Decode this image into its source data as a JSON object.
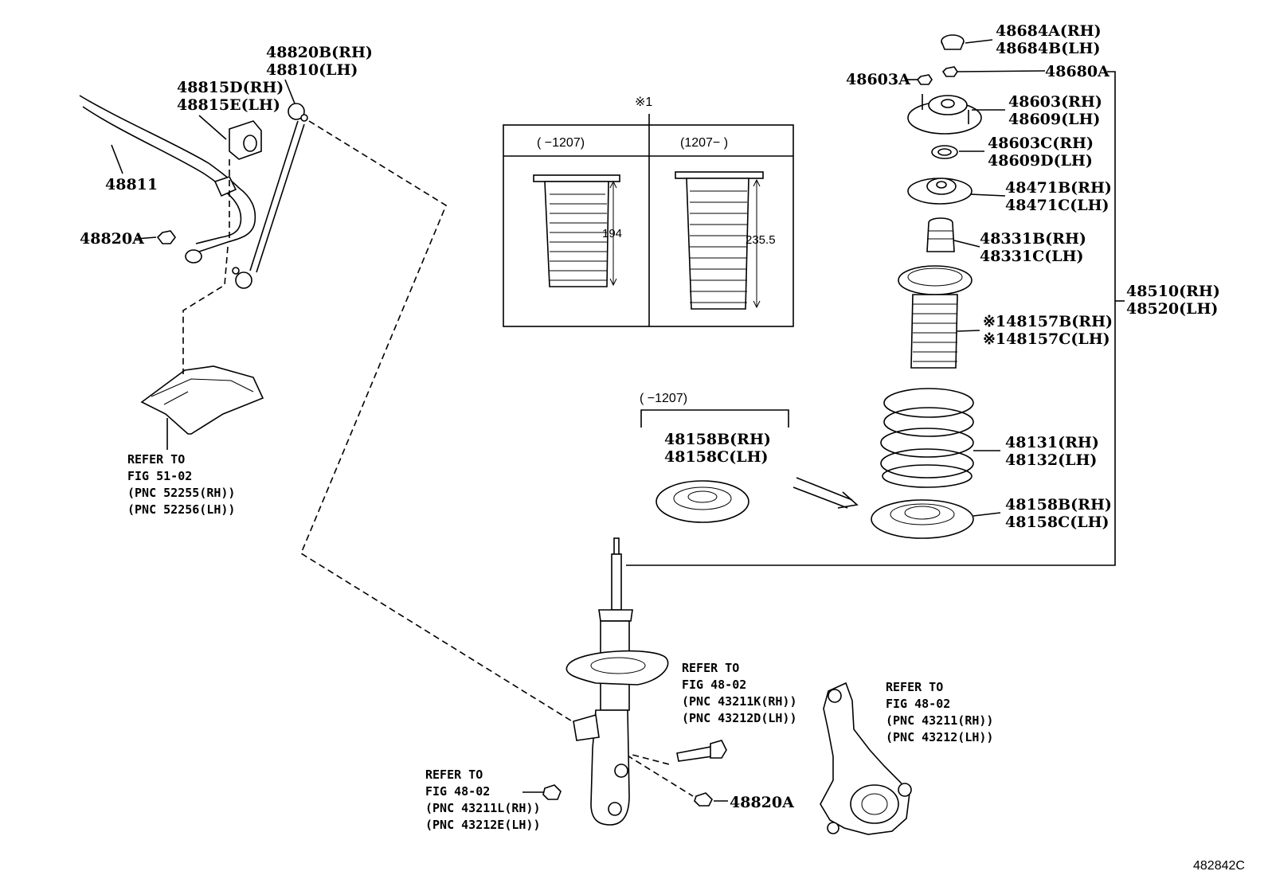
{
  "labels": {
    "p48820b": "48820B(RH)",
    "p48810": "48810(LH)",
    "p48815d": "48815D(RH)",
    "p48815e": "48815E(LH)",
    "p48811": "48811",
    "p48820a_left": "48820A",
    "p48684a": "48684A(RH)",
    "p48684b": "48684B(LH)",
    "p48603a": "48603A",
    "p48680a": "48680A",
    "p48603": "48603(RH)",
    "p48609": "48609(LH)",
    "p48603c": "48603C(RH)",
    "p48609d": "48609D(LH)",
    "p48471b": "48471B(RH)",
    "p48471c": "48471C(LH)",
    "p48331b": "48331B(RH)",
    "p48331c": "48331C(LH)",
    "p48510": "48510(RH)",
    "p48520": "48520(LH)",
    "p48157b": "※148157B(RH)",
    "p48157c": "※148157C(LH)",
    "p48131": "48131(RH)",
    "p48132": "48132(LH)",
    "p48158b_right": "48158B(RH)",
    "p48158c_right": "48158C(LH)",
    "p48158b_mid": "48158B(RH)",
    "p48158c_mid": "48158C(LH)",
    "p48820a_bottom": "48820A"
  },
  "references": {
    "fig51": [
      "REFER TO",
      "FIG 51-02",
      "(PNC 52255(RH))",
      "(PNC 52256(LH))"
    ],
    "fig48_strut": [
      "REFER TO",
      "FIG 48-02",
      "(PNC 43211K(RH))",
      "(PNC 43212D(LH))"
    ],
    "fig48_knuckle": [
      "REFER TO",
      "FIG 48-02",
      "(PNC 43211(RH))",
      "(PNC 43212(LH))"
    ],
    "fig48_bolt": [
      "REFER TO",
      "FIG 48-02",
      "(PNC 43211L(RH))",
      "(PNC 43212E(LH))"
    ]
  },
  "inset": {
    "note_mark": "※1",
    "col1_header": "(    −1207)",
    "col2_header": "(1207−    )",
    "dim1": "194",
    "dim2": "235.5"
  },
  "period_note": "(    −1207)",
  "figure_id": "482842C"
}
